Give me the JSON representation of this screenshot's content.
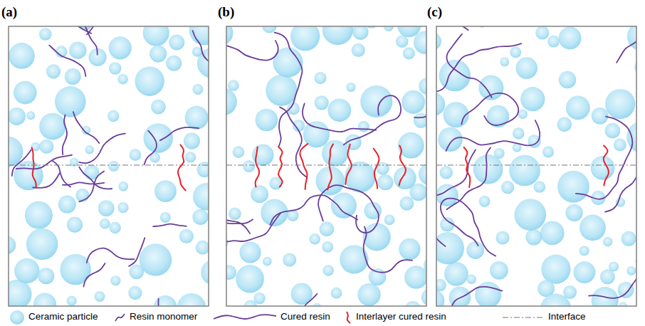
{
  "diagram": {
    "labels": [
      "(a)",
      "(b)",
      "(c)"
    ],
    "legend": [
      {
        "text": "Ceramic particle"
      },
      {
        "text": "Resin monomer"
      },
      {
        "text": "Cured resin"
      },
      {
        "text": "Interlayer cured resin"
      },
      {
        "text": "Interface"
      }
    ]
  }
}
